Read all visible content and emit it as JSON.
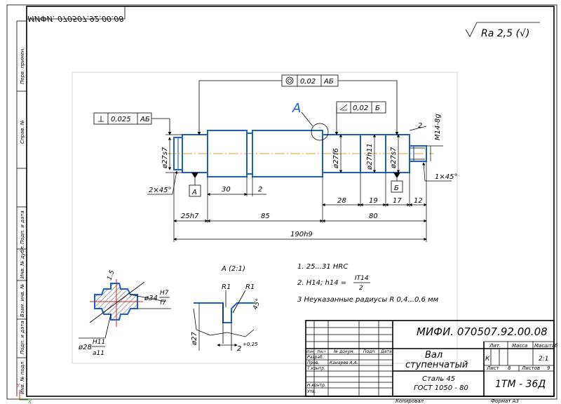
{
  "stamp_top": "МИФИ. 070507.92.00.08",
  "roughness": "Ra 2,5 (√)",
  "side_labels": [
    "Перв. примен.",
    "Справ. №",
    "Подп. и дата",
    "Инв. № дубл.",
    "Взам. инв. №",
    "Подп. и дата",
    "Инв. № подл."
  ],
  "frames": {
    "runout": {
      "value": "0,025",
      "base": "АБ"
    },
    "coax": {
      "value": "0,02",
      "base": "АБ"
    },
    "perp": {
      "value": "0,02",
      "base": "Б"
    }
  },
  "view_letter": "A",
  "datum_a": "А",
  "datum_b": "Б",
  "dims": {
    "d27s7_left": "ø27s7",
    "d27f6": "ø27f6",
    "d27h11": "ø27h11",
    "d27s7_right": "ø27s7",
    "thread": "M14-8g",
    "thread_len": "2",
    "chamfer_left": "2×45°",
    "chamfer_right": "1×45°",
    "d30": "30",
    "d2": "2",
    "d28": "28",
    "d19": "19",
    "d17": "17",
    "d12": "12",
    "d25": "25h7",
    "d85": "85",
    "d80": "80",
    "d190": "190h9"
  },
  "section": {
    "outer": "ø34",
    "outer_tol": {
      "num": "H7",
      "den": "f7"
    },
    "inner": "ø28",
    "inner_tol": {
      "num": "H11",
      "den": "a11"
    },
    "spline": "1.5"
  },
  "detail": {
    "title": "А (2:1)",
    "r1a": "R1",
    "r1b": "R1",
    "angle": "45°",
    "dia": "ø27",
    "groove": "2",
    "groove_tol": "+0,25"
  },
  "notes": {
    "n1": "1. 25...31 HRC",
    "n2_pre": "2. H14; h14 =",
    "n2_num": "IT14",
    "n2_den": "2",
    "n3": "3 Неуказанные радиусы R 0,4...0,6 мм"
  },
  "title_block": {
    "code": "МИФИ. 070507.92.00.08",
    "name_line1": "Вал",
    "name_line2": "ступенчатый",
    "material_line1": "Сталь 45",
    "material_line2": "ГОСТ 1050 - 80",
    "group": "1ТМ - 36Д",
    "lit_label": "Лит.",
    "mass_label": "Масса",
    "scale_label": "Масштаб",
    "lit_value": "К",
    "scale_value": "2:1",
    "sheet_label": "Лист",
    "sheet_value": "8",
    "sheets_label": "Листов",
    "sheets_value": "9",
    "headers": [
      "Изм",
      "Лист",
      "№ докум.",
      "Подп.",
      "Дата"
    ],
    "roles": [
      "Разраб.",
      "Пров.",
      "Т.контр.",
      "",
      "Н.контр.",
      "Утв."
    ],
    "developer": "Канарев А.А.",
    "copied": "Копировал",
    "format": "Формат   А3"
  },
  "axes_mark": {
    "y": "Y",
    "x": "X"
  }
}
